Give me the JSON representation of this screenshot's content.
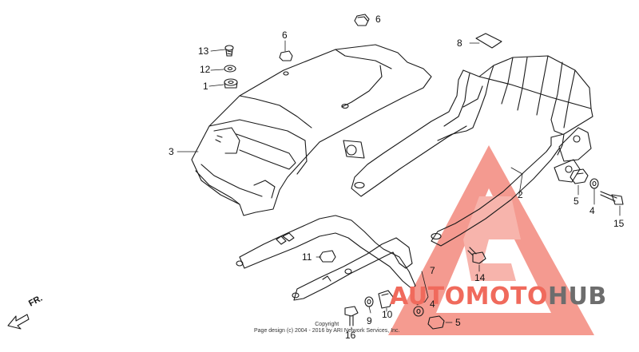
{
  "callouts": [
    {
      "id": "c13",
      "label": "13"
    },
    {
      "id": "c12",
      "label": "12"
    },
    {
      "id": "c1",
      "label": "1"
    },
    {
      "id": "c3",
      "label": "3"
    },
    {
      "id": "c6a",
      "label": "6"
    },
    {
      "id": "c6b",
      "label": "6"
    },
    {
      "id": "c8",
      "label": "8"
    },
    {
      "id": "c2",
      "label": "2"
    },
    {
      "id": "c5a",
      "label": "5"
    },
    {
      "id": "c4a",
      "label": "4"
    },
    {
      "id": "c15",
      "label": "15"
    },
    {
      "id": "c11",
      "label": "11"
    },
    {
      "id": "c7",
      "label": "7"
    },
    {
      "id": "c14",
      "label": "14"
    },
    {
      "id": "c9",
      "label": "9"
    },
    {
      "id": "c10",
      "label": "10"
    },
    {
      "id": "c4b",
      "label": "4"
    },
    {
      "id": "c5b",
      "label": "5"
    },
    {
      "id": "c16",
      "label": "16"
    }
  ],
  "direction": {
    "label": "FR."
  },
  "copyright": {
    "line1": "Copyright",
    "line2": "Page design (c) 2004 - 2016 by ARI Network Services, Inc."
  },
  "watermark": {
    "part1": "AUTO",
    "part2": "MOTO",
    "part3": "HUB",
    "accent": "#f06a5c",
    "gray": "#6d6d6d"
  }
}
